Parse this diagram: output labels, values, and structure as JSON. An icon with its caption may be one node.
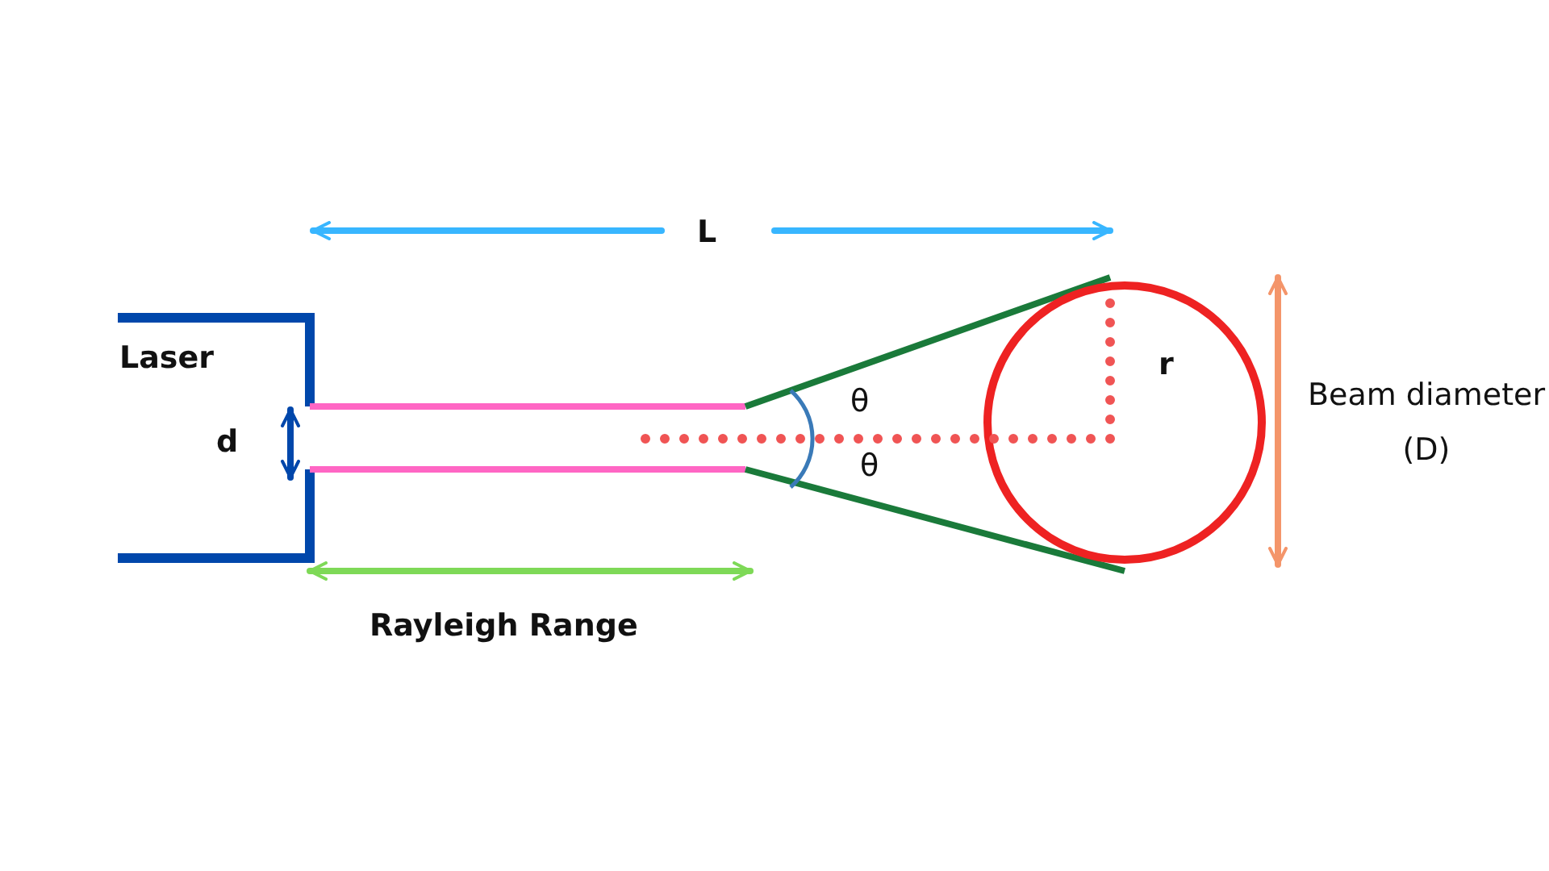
{
  "diagram": {
    "labels": [
      "L",
      "Laser",
      "r",
      "Beam diameter (D)",
      "θ",
      "d",
      "θ",
      "Rayleigh Range"
    ]
  }
}
